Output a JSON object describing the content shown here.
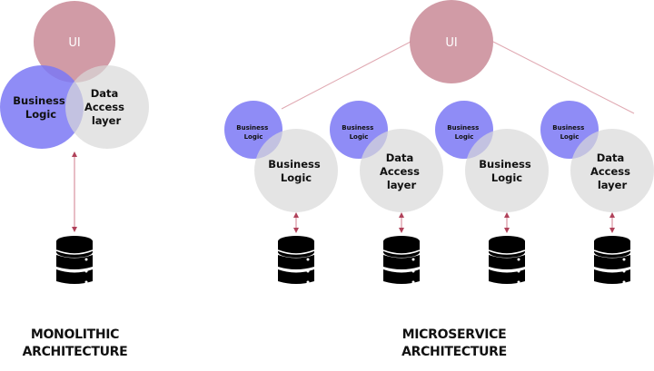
{
  "colors": {
    "ui_fill": "#c98a96",
    "business_logic_fill": "#7b78f4",
    "data_access_fill": "#d9d9d9",
    "connector_line": "#e0a9b2",
    "arrow": "#b0425a",
    "database": "#000000",
    "text": "#111111"
  },
  "monolithic": {
    "title_line1": "MONOLITHIC",
    "title_line2": "ARCHITECTURE",
    "ui_label": "UI",
    "business_logic_label": [
      "Business",
      "Logic"
    ],
    "data_access_label": [
      "Data",
      "Access",
      "layer"
    ],
    "database_icon": "database-icon"
  },
  "microservice": {
    "title_line1": "MICROSERVICE",
    "title_line2": "ARCHITECTURE",
    "ui_label": "UI",
    "services": [
      {
        "small_label": [
          "Business",
          "Logic"
        ],
        "large_label": [
          "Business",
          "Logic"
        ],
        "database_icon": "database-icon"
      },
      {
        "small_label": [
          "Business",
          "Logic"
        ],
        "large_label": [
          "Data",
          "Access",
          "layer"
        ],
        "database_icon": "database-icon"
      },
      {
        "small_label": [
          "Business",
          "Logic"
        ],
        "large_label": [
          "Business",
          "Logic"
        ],
        "database_icon": "database-icon"
      },
      {
        "small_label": [
          "Business",
          "Logic"
        ],
        "large_label": [
          "Data",
          "Access",
          "layer"
        ],
        "database_icon": "database-icon"
      }
    ]
  }
}
